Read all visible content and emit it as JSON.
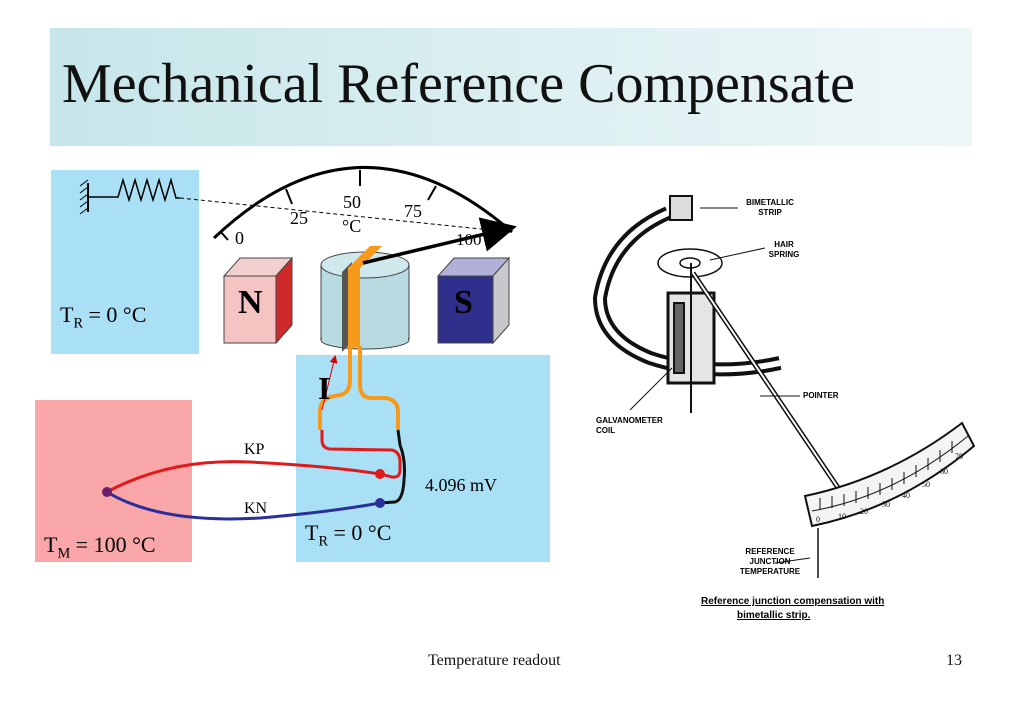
{
  "slide": {
    "title": "Mechanical Reference Compensate",
    "footer_text": "Temperature readout",
    "page_number": "13"
  },
  "diagram": {
    "reference_box_top": {
      "label_main": "T",
      "label_sub": "R",
      "label_rest": " = 0 °C"
    },
    "reference_box_bottom": {
      "label_main": "T",
      "label_sub": "R",
      "label_rest": " = 0 °C"
    },
    "measure_box": {
      "label_main": "T",
      "label_sub": "M",
      "label_rest": " = 100 °C"
    },
    "gauge": {
      "ticks": [
        "0",
        "25",
        "50",
        "75",
        "100"
      ],
      "unit": "°C"
    },
    "magnet_north": "N",
    "magnet_south": "S",
    "current_label": "I",
    "wire_kp": "KP",
    "wire_kn": "KN",
    "voltage": "4.096 mV",
    "colors": {
      "blue_box": "#a9e0f5",
      "pink_box": "#f9a6a8",
      "kp_wire": "#e01a1a",
      "kn_wire": "#2b2f9c",
      "coil": "#f79a1b"
    }
  },
  "photo": {
    "labels": [
      "BIMETALLIC STRIP",
      "HAIR SPRING",
      "POINTER",
      "GALVANOMETER COIL",
      "REFERENCE JUNCTION TEMPERATURE"
    ],
    "scale_numbers": [
      "0",
      "10",
      "20",
      "30",
      "40",
      "50",
      "60",
      "70"
    ],
    "caption_line1": "Reference junction compensation with",
    "caption_line2": "bimetallic strip."
  }
}
